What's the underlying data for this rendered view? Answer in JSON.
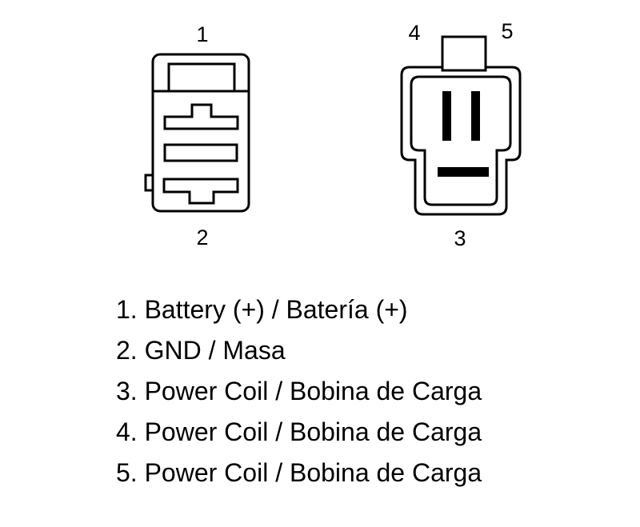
{
  "diagram": {
    "connector_left": {
      "pin_top": "1",
      "pin_bottom": "2"
    },
    "connector_right": {
      "pin_top_left": "4",
      "pin_top_right": "5",
      "pin_bottom": "3"
    }
  },
  "legend": {
    "items": [
      "1. Battery (+) / Batería (+)",
      "2. GND / Masa",
      "3. Power Coil / Bobina de Carga",
      "4. Power Coil / Bobina de Carga",
      "5. Power Coil / Bobina de Carga"
    ]
  },
  "colors": {
    "ink": "#000000",
    "background": "#ffffff"
  }
}
